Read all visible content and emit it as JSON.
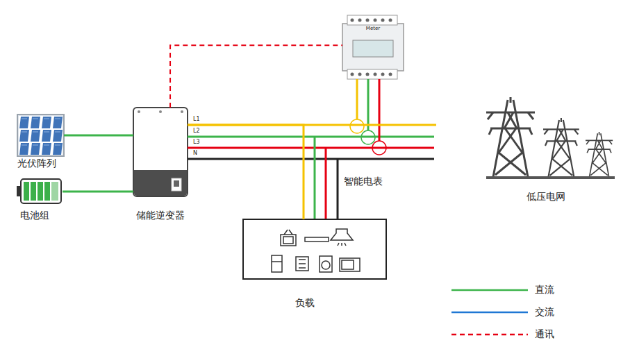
{
  "diagram": {
    "nodes": [
      {
        "text": [
          "光伏阵列"
        ]
      },
      {
        "text": [
          "电池组"
        ]
      },
      {
        "text": [
          "储能逆变器"
        ]
      },
      {
        "text": [
          "Meter"
        ]
      },
      {
        "text": [
          "低压电网"
        ]
      },
      {
        "text": [
          "负载"
        ]
      }
    ],
    "edges": [
      {
        "from": 0,
        "to": 2,
        "arrow": "none"
      },
      {
        "from": 1,
        "to": 2,
        "arrow": "none"
      },
      {
        "from": 2,
        "to": 3,
        "arrow": "none"
      },
      {
        "from": 2,
        "to": 4,
        "arrow": "none"
      },
      {
        "from": 2,
        "to": 5,
        "arrow": "none"
      }
    ],
    "labels": [
      "L1",
      "L2",
      "L3",
      "N",
      "智能电表"
    ],
    "legend": [
      {
        "text": "直流"
      },
      {
        "text": "交流"
      },
      {
        "text": "通讯"
      }
    ]
  }
}
